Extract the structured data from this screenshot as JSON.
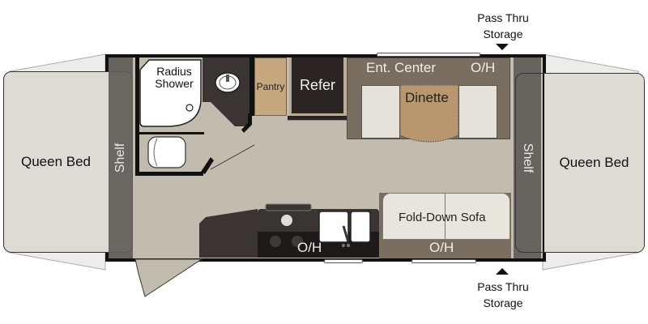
{
  "floorplan": {
    "rooms": {
      "left_bed": "Queen Bed",
      "left_shelf": "Shelf",
      "shower": "Radius Shower",
      "pantry": "Pantry",
      "refer": "Refer",
      "ent_center": "Ent. Center",
      "top_oh": "O/H",
      "dinette": "Dinette",
      "right_shelf": "Shelf",
      "right_bed": "Queen Bed",
      "sofa": "Fold-Down Sofa",
      "sofa_oh": "O/H",
      "kitchen_oh": "O/H"
    },
    "annotations": {
      "top_storage_line1": "Pass Thru",
      "top_storage_line2": "Storage",
      "bottom_storage_line1": "Pass Thru",
      "bottom_storage_line2": "Storage"
    },
    "colors": {
      "floor": "#c2bcae",
      "wall": "#111111",
      "bed": "#dddbd4",
      "shelf": "#6b6864",
      "cabinet": "#7a6e60",
      "dinette_table": "#b9976e",
      "pantry": "#c7a77e",
      "refer": "#2a2423",
      "cushion": "#e7e5dc"
    }
  }
}
